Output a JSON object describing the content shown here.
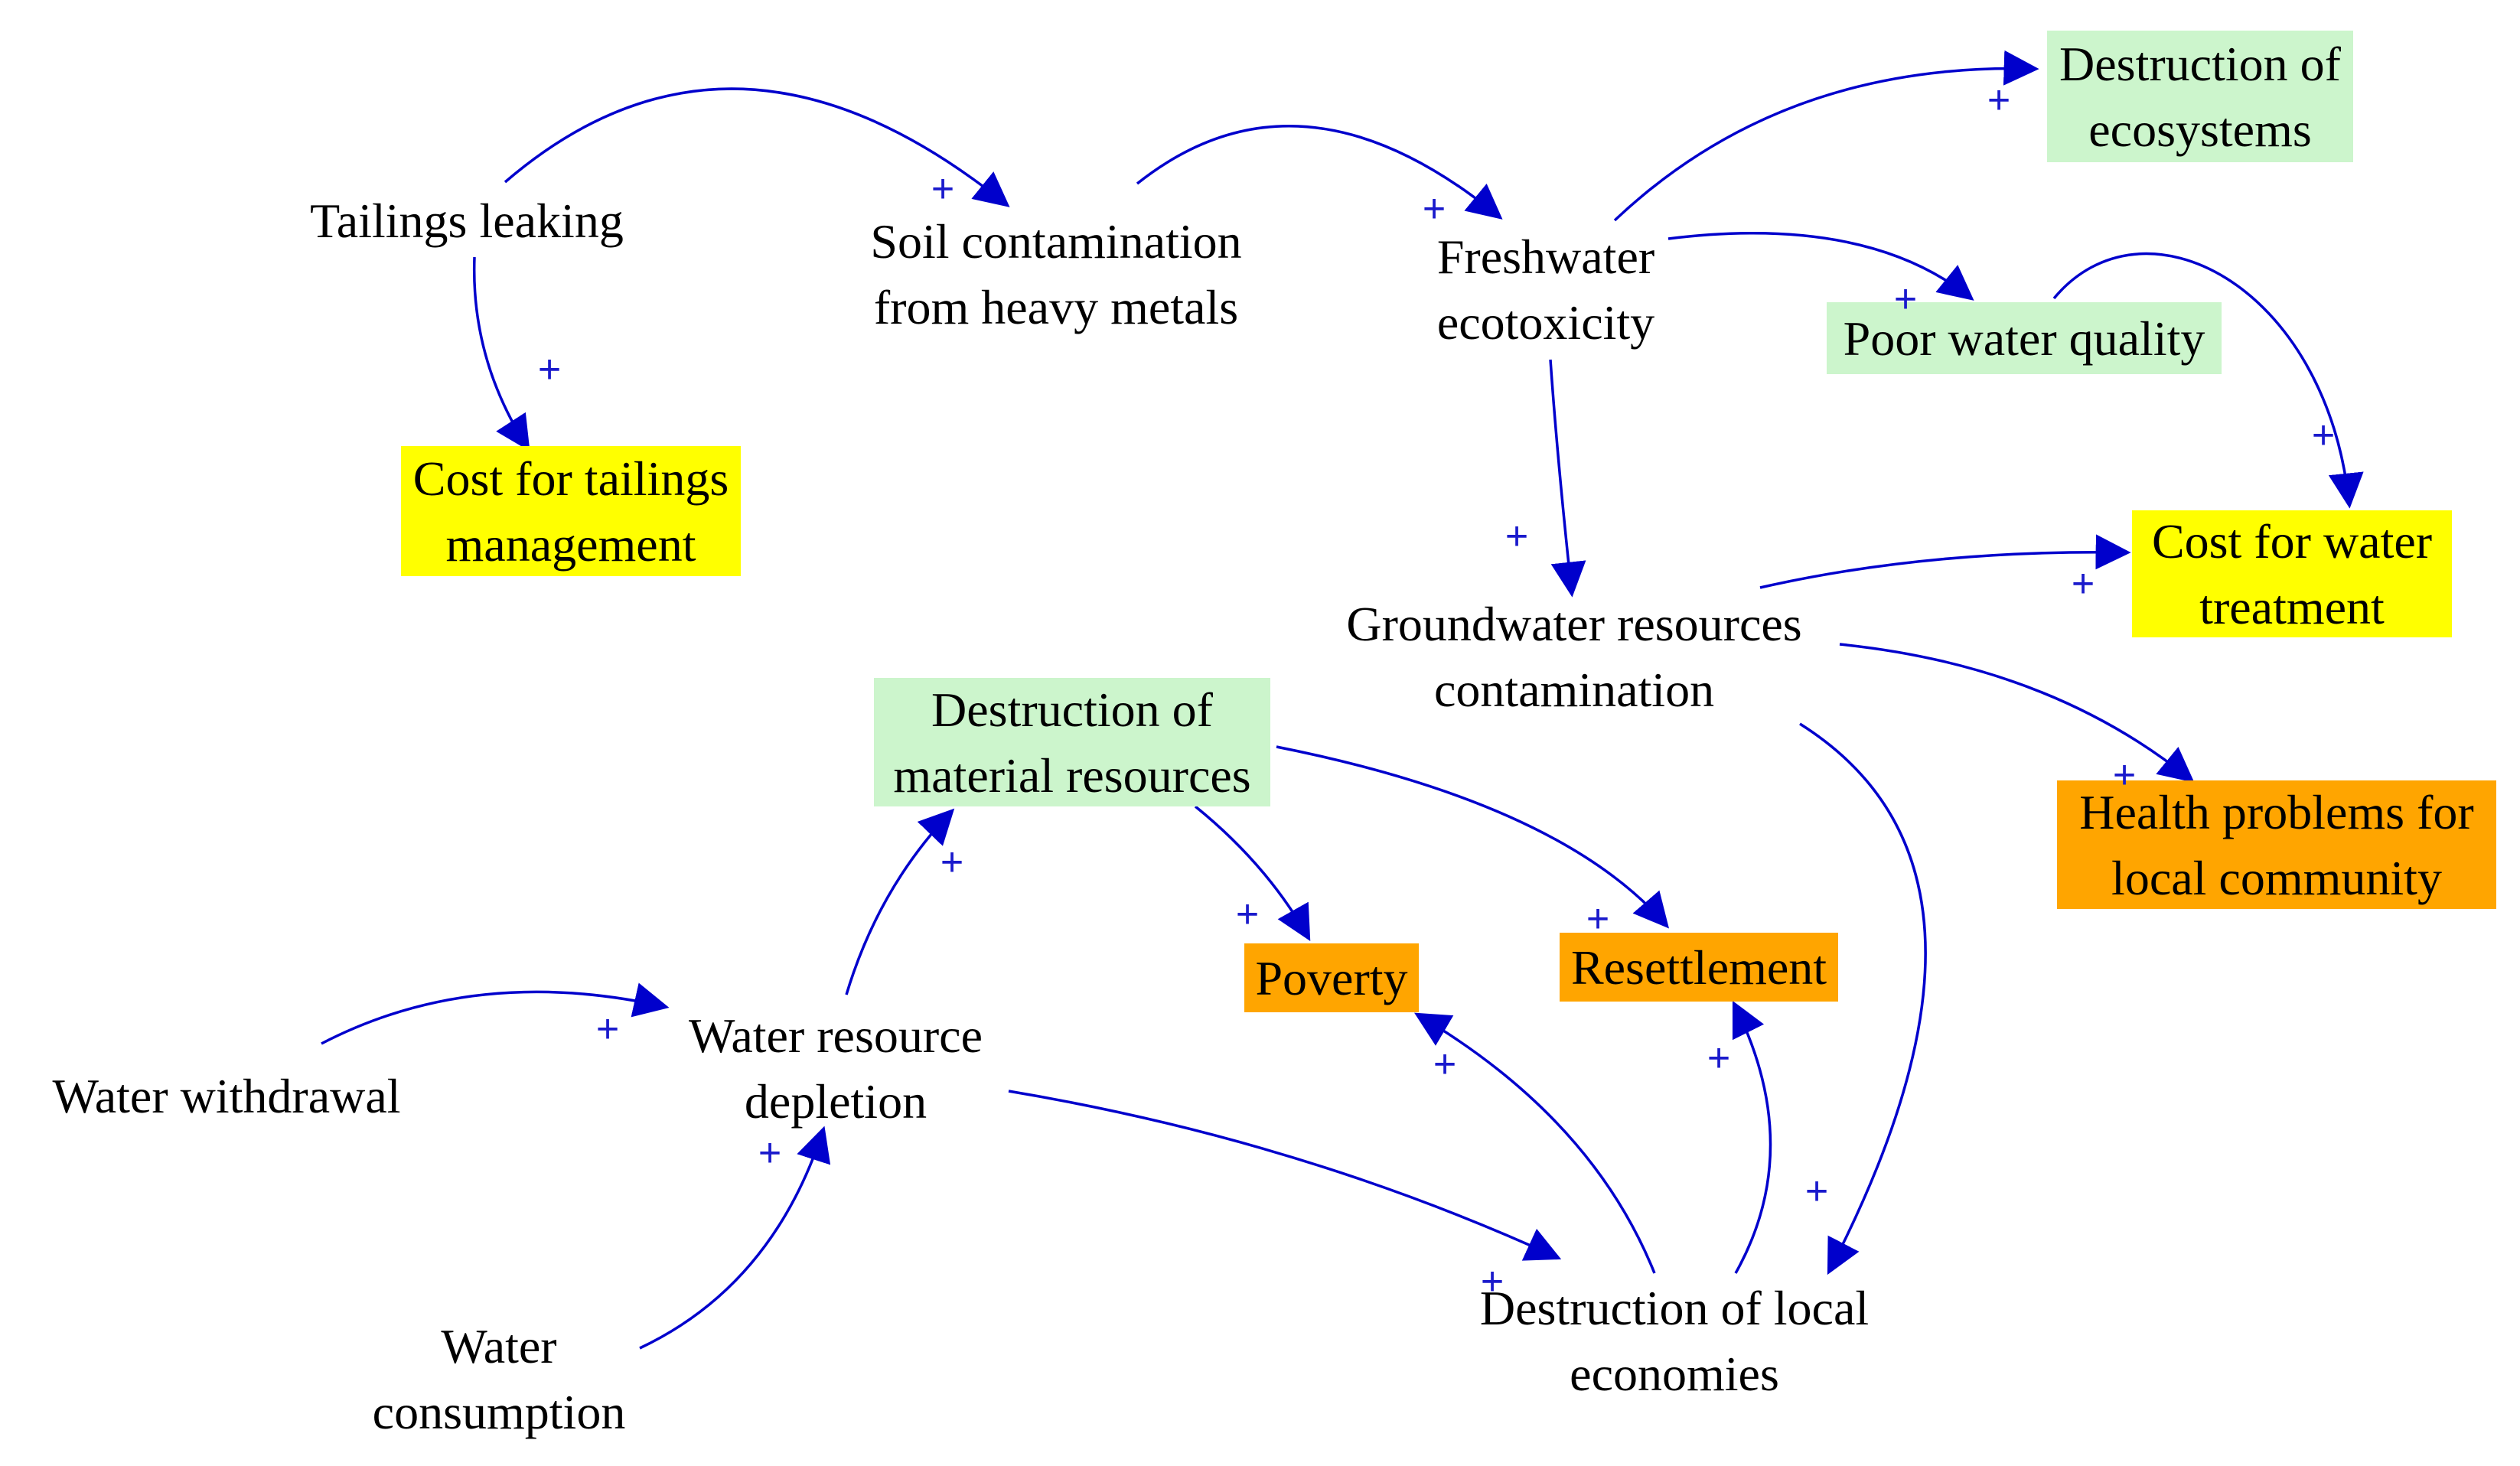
{
  "colors": {
    "arrow": "#0000cc",
    "polarity": "#1a1acc",
    "environmental": "#ccf5cc",
    "economic": "#ffff00",
    "social": "#ffa500"
  },
  "nodes": {
    "tailings_leaking": {
      "lines": [
        "Tailings leaking"
      ]
    },
    "soil_contamination": {
      "lines": [
        "Soil contamination",
        "from heavy metals"
      ]
    },
    "freshwater_ecotoxicity": {
      "lines": [
        "Freshwater",
        "ecotoxicity"
      ]
    },
    "destruction_ecosystems": {
      "lines": [
        "Destruction of",
        "ecosystems"
      ],
      "color": "environmental"
    },
    "poor_water_quality": {
      "lines": [
        "Poor water quality"
      ],
      "color": "environmental"
    },
    "cost_tailings": {
      "lines": [
        "Cost for tailings",
        "management"
      ],
      "color": "economic"
    },
    "groundwater": {
      "lines": [
        "Groundwater resources",
        "contamination"
      ]
    },
    "cost_water_treatment": {
      "lines": [
        "Cost for water",
        "treatment"
      ],
      "color": "economic"
    },
    "destruction_material": {
      "lines": [
        "Destruction of",
        "material resources"
      ],
      "color": "environmental"
    },
    "health_problems": {
      "lines": [
        "Health problems for",
        "local community"
      ],
      "color": "social"
    },
    "poverty": {
      "lines": [
        "Poverty"
      ],
      "color": "social"
    },
    "resettlement": {
      "lines": [
        "Resettlement"
      ],
      "color": "social"
    },
    "water_withdrawal": {
      "lines": [
        "Water withdrawal"
      ]
    },
    "water_depletion": {
      "lines": [
        "Water resource",
        "depletion"
      ]
    },
    "water_consumption": {
      "lines": [
        "Water",
        "consumption"
      ]
    },
    "destruction_local_economies": {
      "lines": [
        "Destruction of local",
        "economies"
      ]
    }
  },
  "edges": [
    {
      "from": "tailings_leaking",
      "to": "soil_contamination",
      "polarity": "+"
    },
    {
      "from": "tailings_leaking",
      "to": "cost_tailings",
      "polarity": "+"
    },
    {
      "from": "soil_contamination",
      "to": "freshwater_ecotoxicity",
      "polarity": "+"
    },
    {
      "from": "freshwater_ecotoxicity",
      "to": "destruction_ecosystems",
      "polarity": "+"
    },
    {
      "from": "freshwater_ecotoxicity",
      "to": "poor_water_quality",
      "polarity": "+"
    },
    {
      "from": "freshwater_ecotoxicity",
      "to": "groundwater",
      "polarity": "+"
    },
    {
      "from": "poor_water_quality",
      "to": "cost_water_treatment",
      "polarity": "+"
    },
    {
      "from": "groundwater",
      "to": "cost_water_treatment",
      "polarity": "+"
    },
    {
      "from": "groundwater",
      "to": "health_problems",
      "polarity": "+"
    },
    {
      "from": "groundwater",
      "to": "destruction_local_economies",
      "polarity": "+"
    },
    {
      "from": "destruction_material",
      "to": "poverty",
      "polarity": "+"
    },
    {
      "from": "destruction_material",
      "to": "resettlement",
      "polarity": "+"
    },
    {
      "from": "water_withdrawal",
      "to": "water_depletion",
      "polarity": "+"
    },
    {
      "from": "water_consumption",
      "to": "water_depletion",
      "polarity": "+"
    },
    {
      "from": "water_depletion",
      "to": "destruction_material",
      "polarity": "+"
    },
    {
      "from": "water_depletion",
      "to": "destruction_local_economies",
      "polarity": "+"
    },
    {
      "from": "destruction_local_economies",
      "to": "poverty",
      "polarity": "+"
    },
    {
      "from": "destruction_local_economies",
      "to": "resettlement",
      "polarity": "+"
    }
  ]
}
